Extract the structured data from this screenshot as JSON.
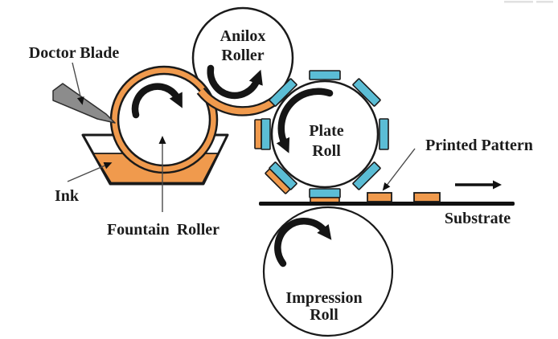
{
  "diagram": {
    "labels": {
      "doctor_blade": "Doctor Blade",
      "anilox_line1": "Anilox",
      "anilox_line2": "Roller",
      "ink": "Ink",
      "fountain_roller": "Fountain Roller",
      "plate_line1": "Plate",
      "plate_line2": "Roll",
      "printed_pattern": "Printed Pattern",
      "substrate": "Substrate",
      "impression_line1": "Impression",
      "impression_line2": "Roll"
    },
    "colors": {
      "ink_orange": "#F09A4D",
      "pad_blue": "#5BBDD5",
      "blade_gray": "#8C8C8C",
      "line_black": "#1A1A1A",
      "pointer_gray": "#4A4A4A"
    },
    "rollers": [
      {
        "label": "Fountain Roller",
        "rotation": "clockwise"
      },
      {
        "label": "Anilox Roller",
        "rotation": "counterclockwise"
      },
      {
        "label": "Plate Roll",
        "rotation": "counterclockwise"
      },
      {
        "label": "Impression Roll",
        "rotation": "clockwise"
      }
    ],
    "plate_pads": {
      "total": 8,
      "inked": 3
    },
    "printed_pattern_marks": 2,
    "substrate_direction": "right"
  }
}
